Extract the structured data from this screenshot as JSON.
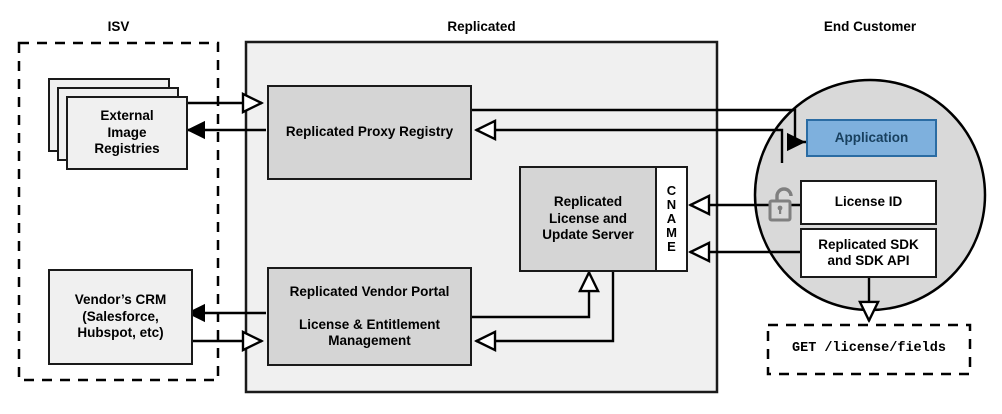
{
  "zones": {
    "isv": {
      "title": "ISV"
    },
    "replicated": {
      "title": "Replicated"
    },
    "end_customer": {
      "title": "End Customer"
    }
  },
  "nodes": {
    "external_image_registries": {
      "label": "External\nImage\nRegistries"
    },
    "vendors_crm": {
      "label": "Vendor’s CRM\n(Salesforce,\nHubspot, etc)"
    },
    "proxy_registry": {
      "label": "Replicated Proxy Registry"
    },
    "license_update_server": {
      "label": "Replicated\nLicense and\nUpdate Server"
    },
    "cname": {
      "label": "CNAME",
      "letters": [
        "C",
        "N",
        "A",
        "M",
        "E"
      ]
    },
    "vendor_portal": {
      "label": "Replicated Vendor Portal\n\nLicense & Entitlement\nManagement"
    },
    "application": {
      "label": "Application"
    },
    "license_id": {
      "label": "License ID"
    },
    "replicated_sdk": {
      "label": "Replicated SDK\nand SDK API"
    },
    "api_request": {
      "label": "GET /license/fields"
    }
  },
  "icons": {
    "padlock": {
      "name": "unlocked-padlock-icon"
    }
  },
  "colors": {
    "zone_fill": "#f0f0f0",
    "node_fill": "#d5d5d5",
    "circle_fill": "#d9d9d9",
    "application_fill": "#7eb0dd",
    "application_border": "#2b6ca3",
    "application_text": "#18405f",
    "stroke": "#1a1a1a",
    "background": "#ffffff"
  }
}
